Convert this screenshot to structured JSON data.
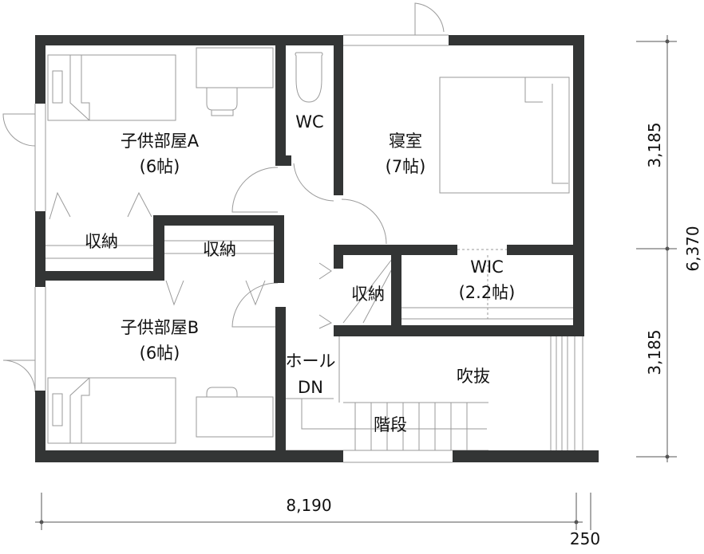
{
  "rooms": {
    "child_a": {
      "name": "子供部屋A",
      "size": "(6帖)"
    },
    "child_b": {
      "name": "子供部屋B",
      "size": "(6帖)"
    },
    "wc": {
      "name": "WC"
    },
    "bedroom": {
      "name": "寝室",
      "size": "(7帖)"
    },
    "storage_a": {
      "name": "収納"
    },
    "storage_b": {
      "name": "収納"
    },
    "storage_c": {
      "name": "収納"
    },
    "wic": {
      "name": "WIC",
      "size": "(2.2帖)"
    },
    "hall": {
      "name": "ホール",
      "note": "DN"
    },
    "void": {
      "name": "吹抜"
    },
    "stairs": {
      "name": "階段"
    }
  },
  "dimensions": {
    "upper": "3,185",
    "lower": "3,185",
    "total_depth": "6,370",
    "total_width": "8,190",
    "offset": "250"
  }
}
